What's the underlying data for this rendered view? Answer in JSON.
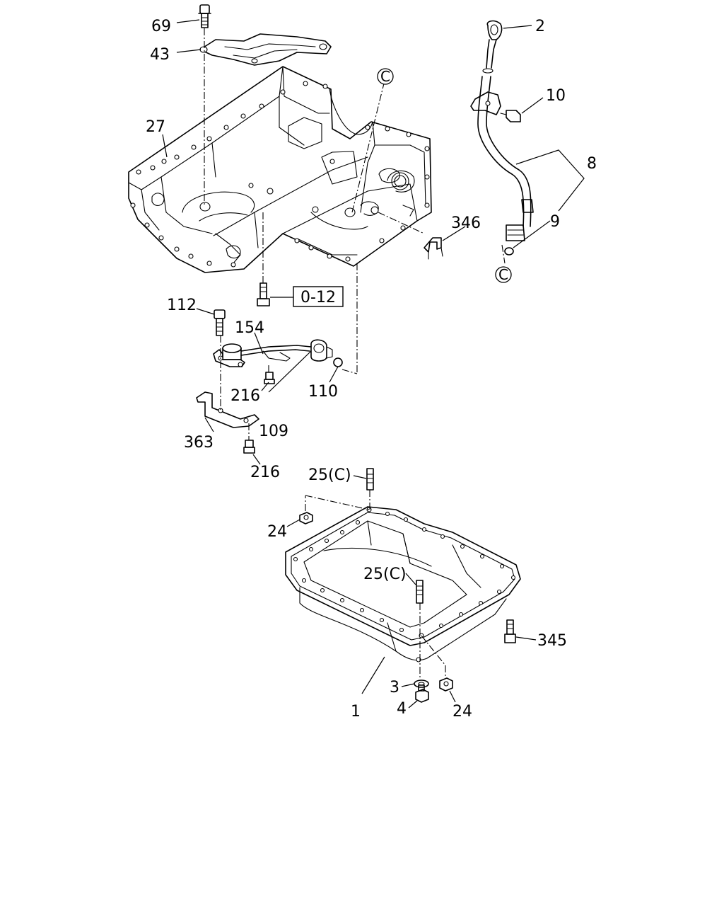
{
  "diagram": {
    "callouts": [
      {
        "id": "69",
        "text": "69"
      },
      {
        "id": "43",
        "text": "43"
      },
      {
        "id": "27",
        "text": "27"
      },
      {
        "id": "2",
        "text": "2"
      },
      {
        "id": "10",
        "text": "10"
      },
      {
        "id": "8",
        "text": "8"
      },
      {
        "id": "9",
        "text": "9"
      },
      {
        "id": "346",
        "text": "346"
      },
      {
        "id": "112",
        "text": "112"
      },
      {
        "id": "154",
        "text": "154"
      },
      {
        "id": "216a",
        "text": "216"
      },
      {
        "id": "110",
        "text": "110"
      },
      {
        "id": "109",
        "text": "109"
      },
      {
        "id": "363",
        "text": "363"
      },
      {
        "id": "216b",
        "text": "216"
      },
      {
        "id": "25a",
        "text": "25(C)"
      },
      {
        "id": "24a",
        "text": "24"
      },
      {
        "id": "25b",
        "text": "25(C)"
      },
      {
        "id": "345",
        "text": "345"
      },
      {
        "id": "3",
        "text": "3"
      },
      {
        "id": "4",
        "text": "4"
      },
      {
        "id": "1",
        "text": "1"
      },
      {
        "id": "24b",
        "text": "24"
      }
    ],
    "reference_box": "0-12",
    "connector_mark": "C"
  }
}
